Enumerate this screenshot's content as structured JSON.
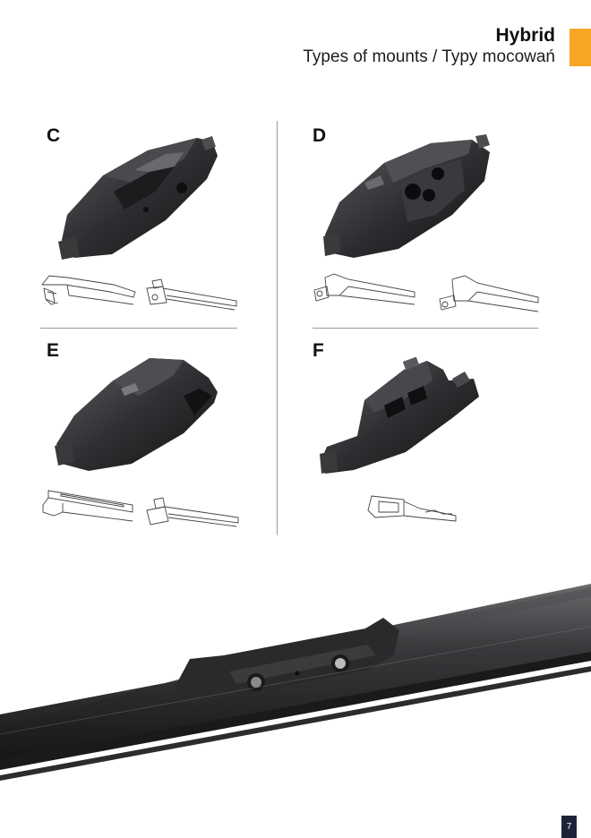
{
  "header": {
    "title": "Hybrid",
    "subtitle": "Types of mounts / Typy mocowań"
  },
  "colors": {
    "accent": "#f5a623",
    "mount_plastic": "#2c2c2e",
    "page_number_bg": "#1e2437"
  },
  "panels": [
    {
      "letter": "C"
    },
    {
      "letter": "D"
    },
    {
      "letter": "E"
    },
    {
      "letter": "F"
    }
  ],
  "page_number": "7"
}
